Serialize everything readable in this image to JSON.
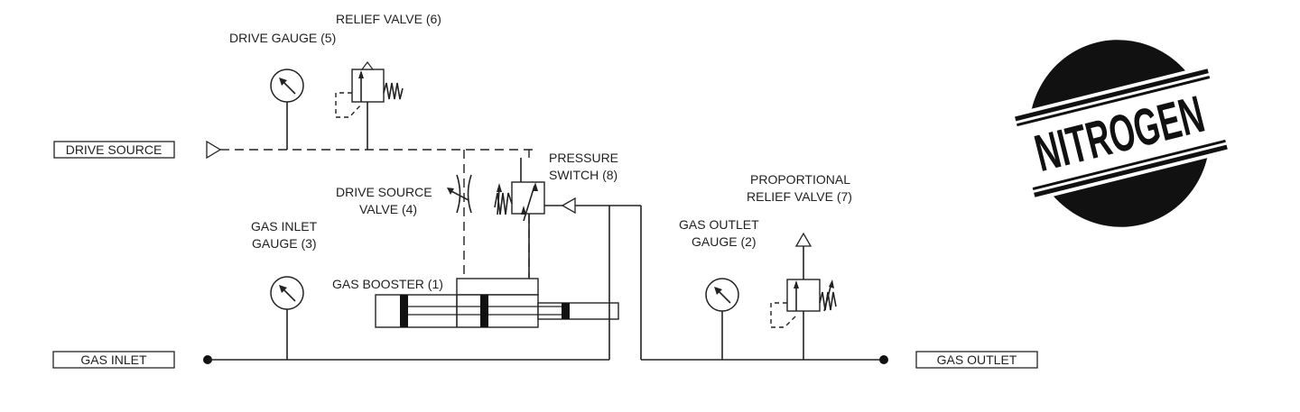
{
  "diagram": {
    "title": "Nitrogen gas booster schematic",
    "ports": {
      "drive_source": "DRIVE SOURCE",
      "gas_inlet": "GAS INLET",
      "gas_outlet": "GAS OUTLET"
    },
    "components": [
      {
        "id": 1,
        "label": "GAS BOOSTER (1)"
      },
      {
        "id": 2,
        "label_lines": [
          "GAS OUTLET",
          "GAUGE (2)"
        ]
      },
      {
        "id": 3,
        "label_lines": [
          "GAS INLET",
          "GAUGE (3)"
        ]
      },
      {
        "id": 4,
        "label_lines": [
          "DRIVE SOURCE",
          "VALVE (4)"
        ]
      },
      {
        "id": 5,
        "label": "DRIVE GAUGE (5)"
      },
      {
        "id": 6,
        "label": "RELIEF VALVE (6)"
      },
      {
        "id": 7,
        "label_lines": [
          "PROPORTIONAL",
          "RELIEF VALVE (7)"
        ]
      },
      {
        "id": 8,
        "label_lines": [
          "PRESSURE",
          "SWITCH (8)"
        ]
      }
    ],
    "logo": {
      "text": "NITROGEN",
      "color": "#111111"
    },
    "line_color": "#222222"
  }
}
